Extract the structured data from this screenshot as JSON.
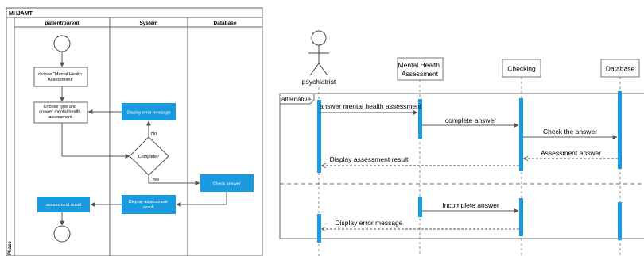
{
  "activity": {
    "title": "MHJAMT",
    "lanes": [
      "patient/parent",
      "System",
      "Database"
    ],
    "side_label": "Phase",
    "nodes": {
      "choose": "choose \"Mental Health Assessment\"",
      "choose_type_1": "Choose type and",
      "choose_type_2": "answer mental health",
      "choose_type_3": "assessment",
      "display_error": "Display error message",
      "complete_q": "Complete?",
      "no_label": "No",
      "yes_label": "Yes",
      "check_answer": "Check answer",
      "display_result_1": "Display assessment",
      "display_result_2": "result",
      "assessment_result": "assessment result"
    }
  },
  "sequence": {
    "actor": "psychiatrist",
    "lifelines": [
      "Mental Health\nAssessment",
      "Checking",
      "Database"
    ],
    "fragment_label": "alternative",
    "messages": [
      "answer mental health assessment",
      "complete answer",
      "Check the answer",
      "Assessment answer",
      "Display assessment result",
      "Incomplete answer",
      "Display error message"
    ]
  },
  "colors": {
    "accent_blue": "#1a9be0",
    "line": "#555555",
    "light_line": "#888888"
  }
}
